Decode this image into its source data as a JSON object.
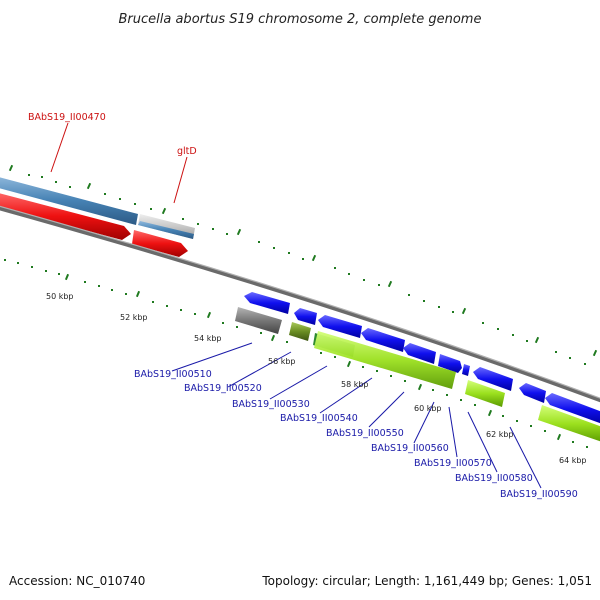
{
  "title": "Brucella abortus S19 chromosome 2, complete genome",
  "footer": {
    "accession": "Accession: NC_010740",
    "summary": "Topology: circular; Length: 1,161,449 bp; Genes: 1,051"
  },
  "colors": {
    "backbone": "#8a8a8a",
    "forward_cds": "#4682b4",
    "reverse_cds": "#ee1111",
    "blue_cds": "#1010ee",
    "green_cds": "#9be01e",
    "gray_cds": "#777777",
    "olive_cds": "#6b8e23",
    "tick": "#1f7a1f",
    "label_blue": "#1a1aa8",
    "label_red": "#cc1111"
  },
  "scale_labels": [
    "50 kbp",
    "52 kbp",
    "54 kbp",
    "56 kbp",
    "58 kbp",
    "60 kbp",
    "62 kbp",
    "64 kbp"
  ],
  "gene_labels": {
    "red": [
      "BAbS19_II00470",
      "gltD"
    ],
    "blue": [
      "BAbS19_II00510",
      "BAbS19_II00520",
      "BAbS19_II00530",
      "BAbS19_II00540",
      "BAbS19_II00550",
      "BAbS19_II00560",
      "BAbS19_II00570",
      "BAbS19_II00580",
      "BAbS19_II00590"
    ]
  }
}
